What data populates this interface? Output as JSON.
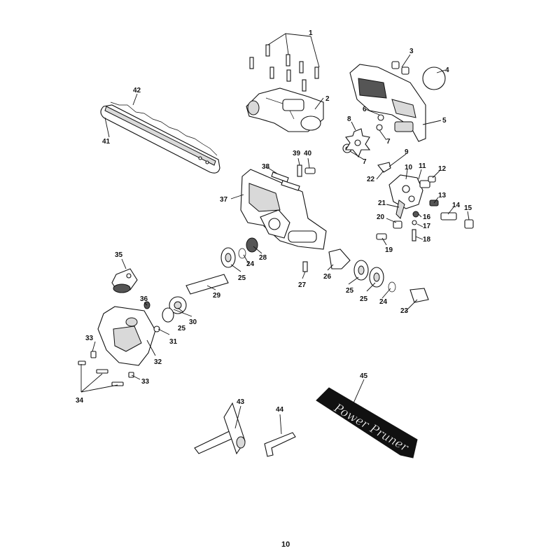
{
  "diagram": {
    "page_number": "10",
    "bag_text": "Power Pruner",
    "callouts": [
      "1",
      "2",
      "3",
      "4",
      "5",
      "6",
      "7",
      "7",
      "8",
      "9",
      "10",
      "11",
      "12",
      "13",
      "14",
      "15",
      "16",
      "17",
      "18",
      "19",
      "20",
      "21",
      "22",
      "23",
      "24",
      "24",
      "25",
      "25",
      "25",
      "25",
      "26",
      "27",
      "28",
      "29",
      "30",
      "31",
      "32",
      "33",
      "33",
      "34",
      "35",
      "36",
      "37",
      "38",
      "39",
      "40",
      "41",
      "42",
      "43",
      "44",
      "45"
    ]
  }
}
